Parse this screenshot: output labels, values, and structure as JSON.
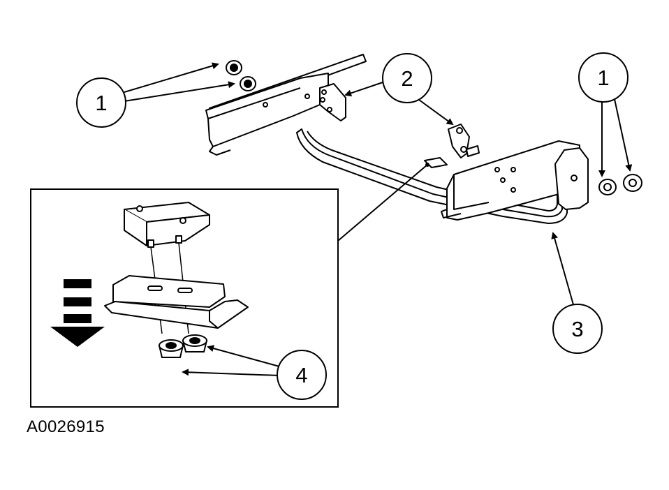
{
  "diagram": {
    "callouts": [
      {
        "id": "c1a",
        "label": "1"
      },
      {
        "id": "c2",
        "label": "2"
      },
      {
        "id": "c1b",
        "label": "1"
      },
      {
        "id": "c3",
        "label": "3"
      },
      {
        "id": "c4",
        "label": "4"
      }
    ],
    "reference_code": "A0026915"
  }
}
